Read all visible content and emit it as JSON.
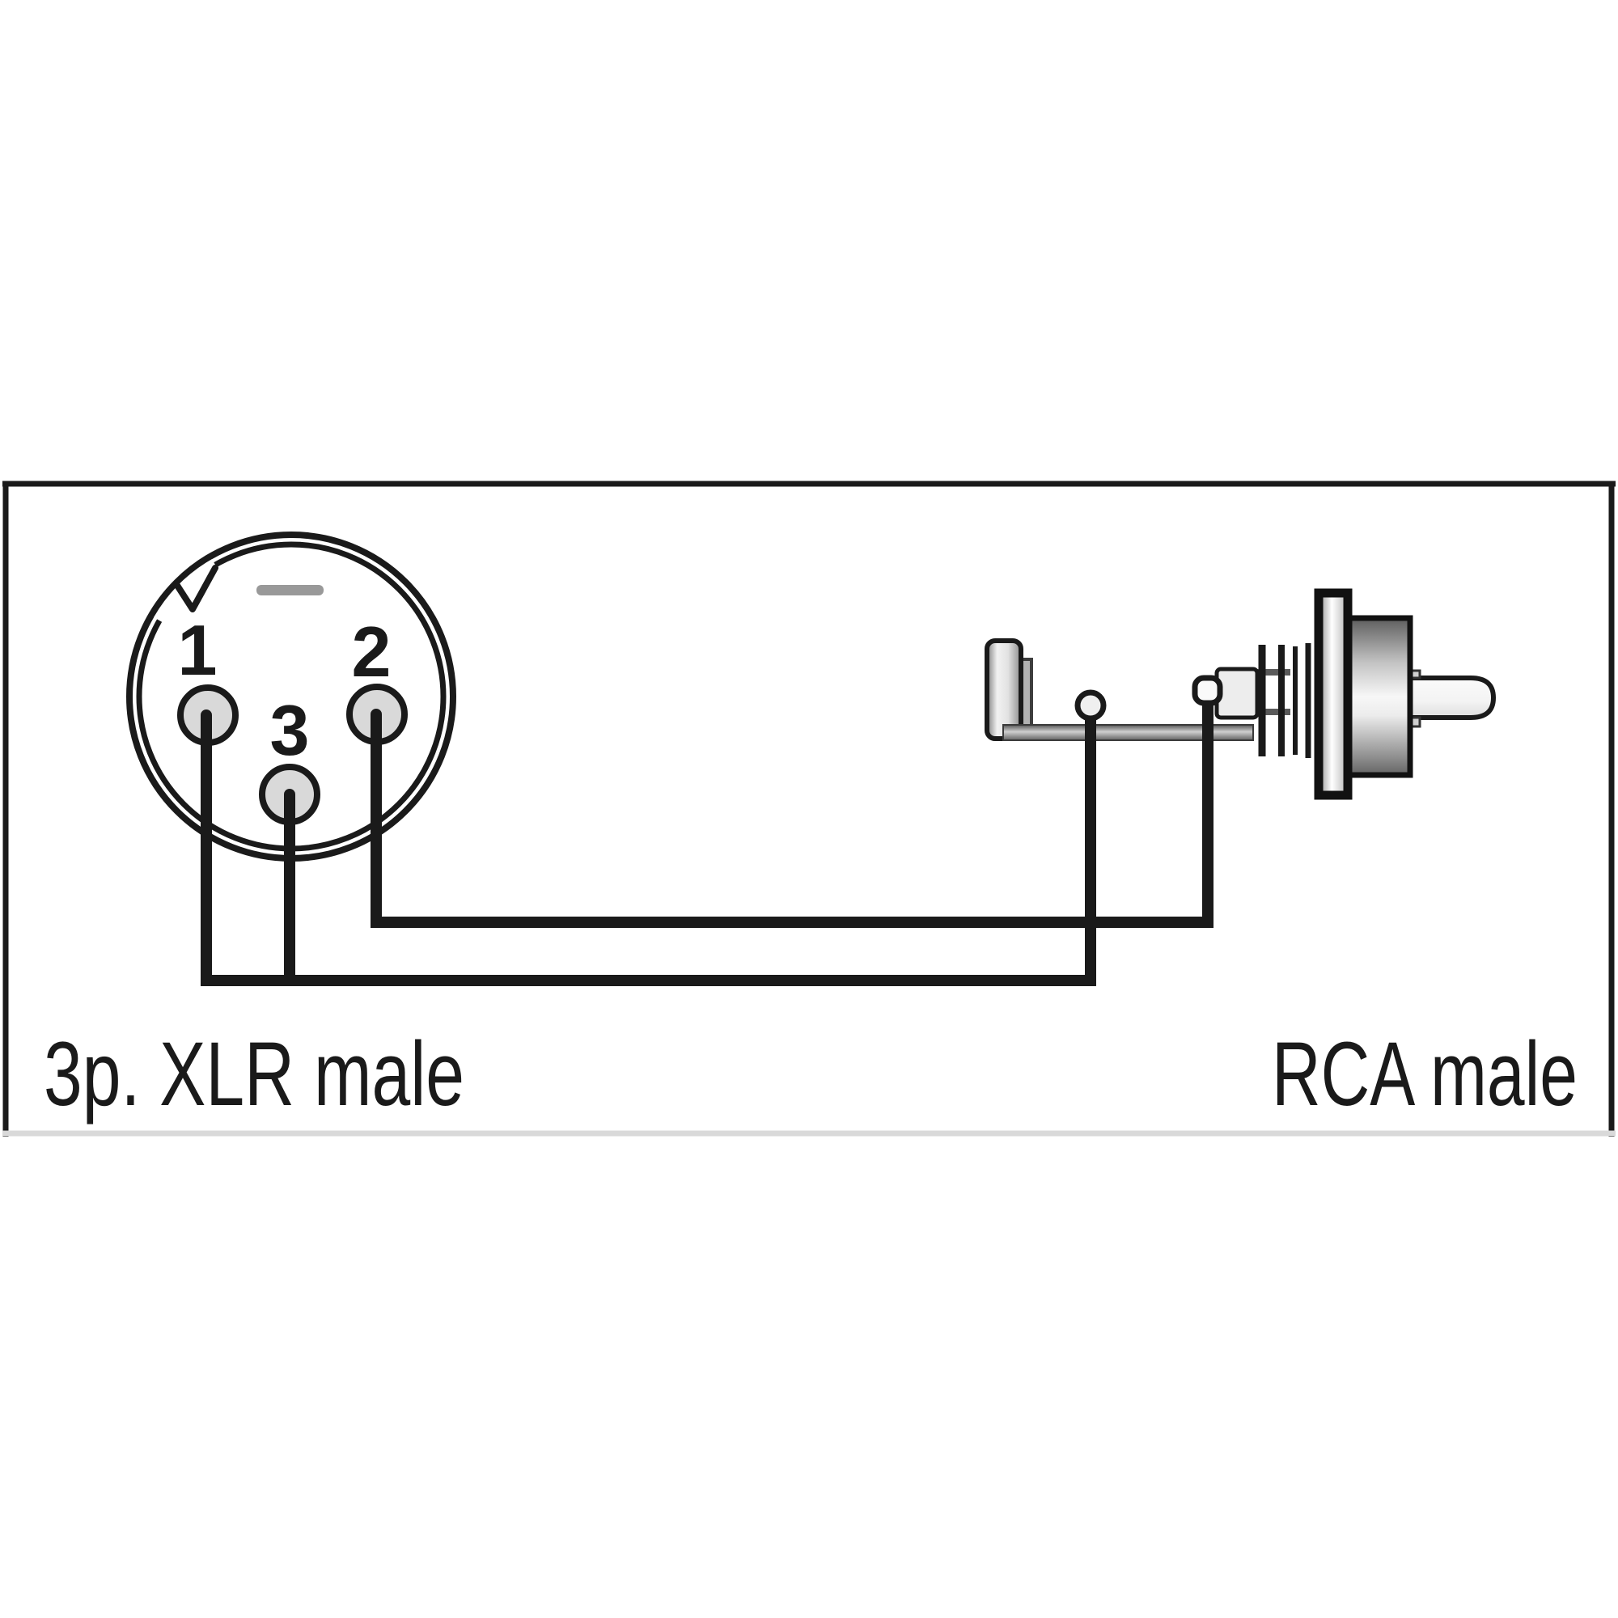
{
  "diagram": {
    "left_connector": {
      "label": "3p. XLR male",
      "type": "xlr-male-3pin",
      "pins": [
        {
          "number": "1"
        },
        {
          "number": "2"
        },
        {
          "number": "3"
        }
      ]
    },
    "right_connector": {
      "label": "RCA male",
      "type": "rca-male"
    },
    "connections": [
      {
        "from": "xlr-pin-2",
        "to": "rca-center-signal"
      },
      {
        "from": "xlr-pin-1",
        "to": "rca-ground"
      },
      {
        "from": "xlr-pin-3",
        "to": "rca-ground"
      }
    ],
    "colors": {
      "line": "#1a1a1a",
      "pin_fill": "#d9d9d9",
      "dash_gray": "#999999",
      "metal_gray": "#aaaaaa",
      "bottom_border": "#d9d9d9"
    }
  }
}
